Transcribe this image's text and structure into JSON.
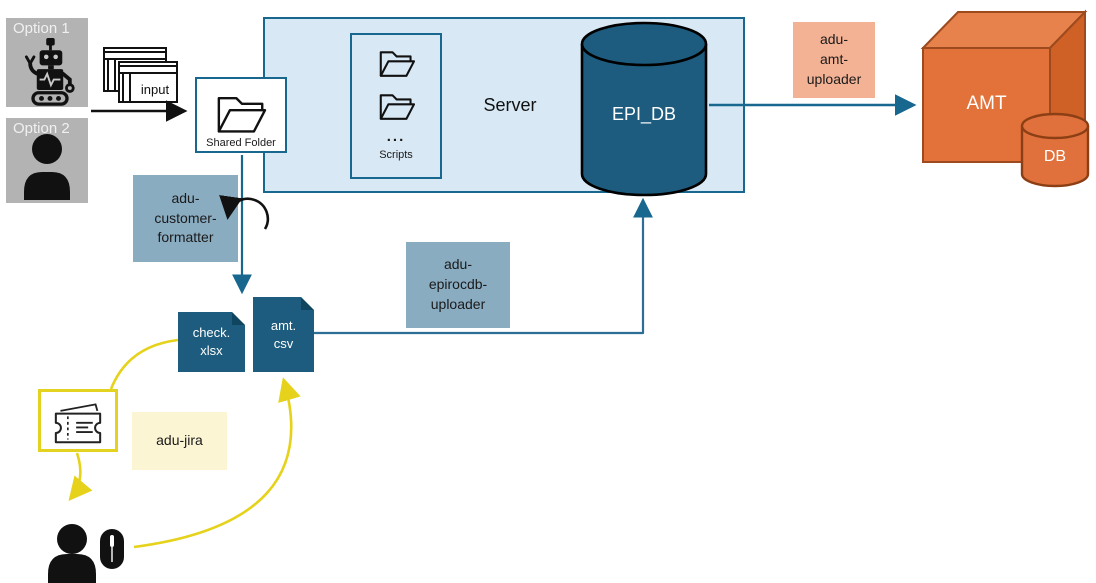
{
  "nodes": {
    "option1": "Option 1",
    "option2": "Option 2",
    "input": "input",
    "shared_folder": "Shared Folder",
    "server": "Server",
    "scripts": "Scripts",
    "scripts_more": "...",
    "epi_db": "EPI_DB",
    "adu_amt_uploader": "adu-\namt-\nuploader",
    "amt": "AMT",
    "amt_db": "DB",
    "adu_customer_formatter": "adu-\ncustomer-\nformatter",
    "adu_epirocdb_uploader": "adu-\nepirocdb-\nuploader",
    "adu_jira": "adu-jira",
    "check_file": "check.\nxlsx",
    "amt_file": "amt.\ncsv"
  },
  "colors": {
    "server_fill": "#d9e8f5",
    "diagram_blue": "#17678f",
    "database_teal": "#1d5c7e",
    "steel_box": "#8aacc1",
    "salmon_box": "#f4b295",
    "pale_yellow_box": "#fbf5d3",
    "ticket_yellow": "#e3d21f",
    "yellow_arrow": "#e6d21a",
    "amt_orange_front": "#e2713a",
    "amt_orange_top": "#e8824c",
    "amt_orange_side": "#cf6127",
    "option_gray": "#b3b3b3"
  }
}
